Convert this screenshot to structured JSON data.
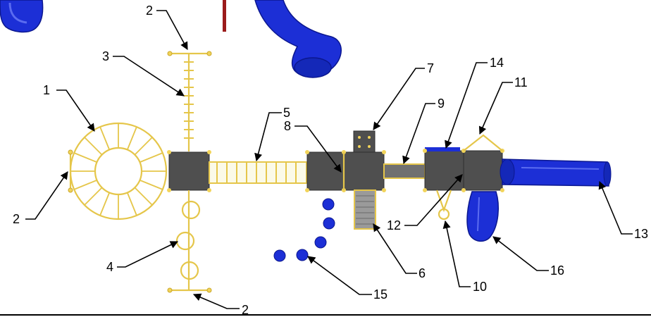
{
  "labels": {
    "l1": "1",
    "l2a": "2",
    "l2b": "2",
    "l2c": "2",
    "l3": "3",
    "l4": "4",
    "l5": "5",
    "l6": "6",
    "l7": "7",
    "l8": "8",
    "l9": "9",
    "l10": "10",
    "l11": "11",
    "l12": "12",
    "l13": "13",
    "l14": "14",
    "l15": "15",
    "l16": "16"
  },
  "colors": {
    "frame_yellow": "#e5c64a",
    "deck_gray": "#4f4f4f",
    "slide_blue": "#1c2fd6",
    "post_red": "#9b1b1b",
    "leader_black": "#000000"
  }
}
